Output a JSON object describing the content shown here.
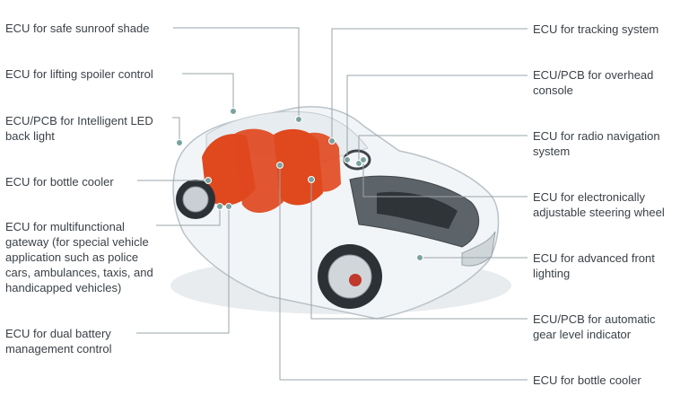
{
  "diagram": {
    "callout_color": "#7aa39f",
    "line_color": "#9aa4a8",
    "left_labels": [
      "ECU for safe sunroof shade",
      "ECU for lifting spoiler control",
      "ECU/PCB for Intelligent LED\nback light",
      "ECU for bottle cooler",
      "ECU for multifunctional\ngateway (for special vehicle\napplication such as police\ncars, ambulances, taxis, and\nhandicapped vehicles)",
      "ECU for dual battery\nmanagement control"
    ],
    "right_labels": [
      "ECU for tracking system",
      "ECU/PCB for overhead\nconsole",
      "ECU for radio navigation\nsystem",
      "ECU for electronically\nadjustable steering wheel",
      "ECU for advanced front\nlighting",
      "ECU/PCB for automatic\ngear level indicator",
      "ECU for bottle cooler"
    ],
    "image": {
      "subject": "transparent-car-icon",
      "seat_color": "#e0481e"
    }
  }
}
